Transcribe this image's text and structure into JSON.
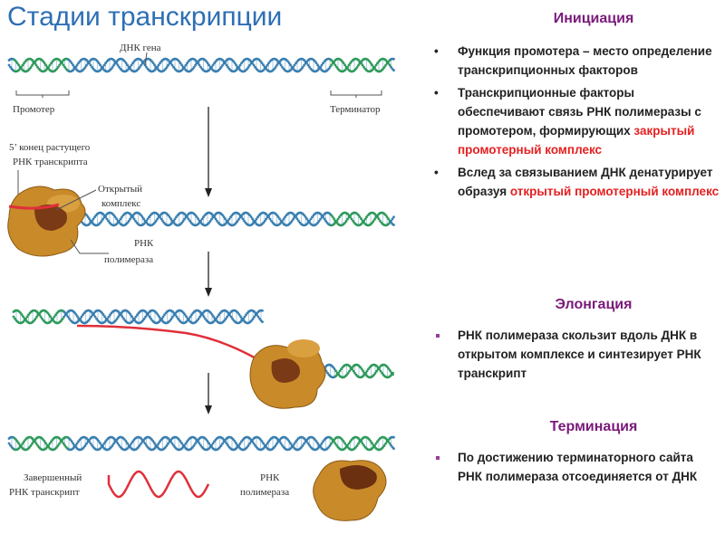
{
  "title": "Стадии транскрипции",
  "diagram": {
    "dna_gene": "ДНК гена",
    "promoter": "Промотер",
    "terminator": "Терминатор",
    "five_prime_1": "5’ конец растущего",
    "five_prime_2": "РНК транскрипта",
    "open_complex_1": "Открытый",
    "open_complex_2": "комплекс",
    "rnap_1": "РНК",
    "rnap_2": "полимераза",
    "finished_1": "Завершенный",
    "finished_2": "РНК транскрипт",
    "rnap2_1": "РНК",
    "rnap2_2": "полимераза"
  },
  "initiation": {
    "heading": "Инициация",
    "b1": "Функция промотера – место определение транскрипционных факторов",
    "b2": "Транскрипционные факторы обеспечивают связь РНК полимеразы с промотером, формирующих ",
    "b2_red": "закрытый промотерный комплекс",
    "b3": "Вслед за связыванием ДНК денатурирует образуя ",
    "b3_red": "открытый промотерный комплекс"
  },
  "elongation": {
    "heading": "Элонгация",
    "b1": "РНК полимераза скользит вдоль ДНК в открытом комплексе и синтезирует РНК транскрипт"
  },
  "termination": {
    "heading": "Терминация",
    "b1": "По достижению терминаторного сайта РНК полимераза отсоединяется от ДНК"
  },
  "colors": {
    "title": "#2e6fb5",
    "heading": "#7a1a7a",
    "highlight": "#e52020",
    "dna": "#3a7fb0",
    "dna_green": "#2e9a5a",
    "polymerase": "#c98a2a",
    "rna": "#e0303a"
  }
}
